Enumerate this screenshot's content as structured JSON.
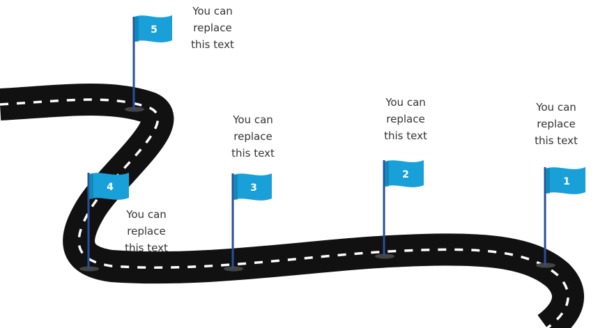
{
  "colors": {
    "road": "#111111",
    "road_marking": "#ffffff",
    "flag": "#1aa0d8",
    "flag_shadow": "#0a6fa0",
    "pole": "#2a4f9a",
    "text": "#333333"
  },
  "milestones": [
    {
      "number": "1",
      "caption": [
        "You can",
        "replace",
        "this text"
      ]
    },
    {
      "number": "2",
      "caption": [
        "You can",
        "replace",
        "this text"
      ]
    },
    {
      "number": "3",
      "caption": [
        "You can",
        "replace",
        "this text"
      ]
    },
    {
      "number": "4",
      "caption": [
        "You can",
        "replace",
        "this text"
      ]
    },
    {
      "number": "5",
      "caption": [
        "You can",
        "replace",
        "this text"
      ]
    }
  ]
}
